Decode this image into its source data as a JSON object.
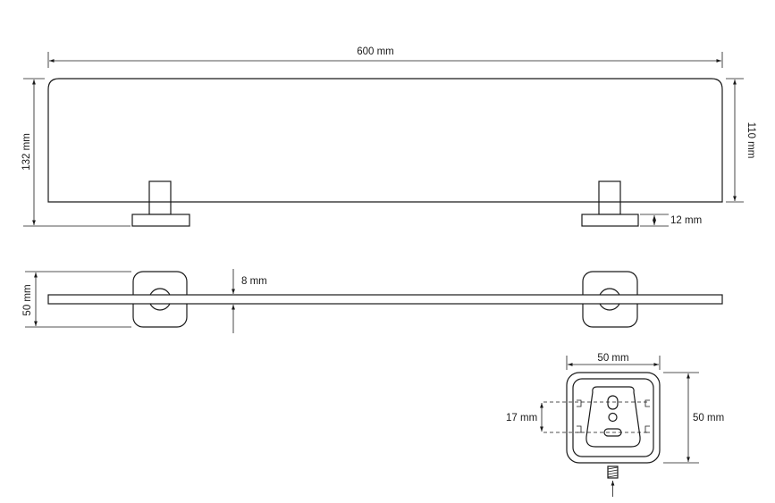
{
  "dimensions": {
    "width_top": "600 mm",
    "height_left": "132 mm",
    "height_right": "110 mm",
    "bracket_base": "12 mm",
    "glass_thickness": "8 mm",
    "depth_left": "50 mm",
    "detail_width": "50 mm",
    "detail_height": "50 mm",
    "hole_spacing": "17 mm"
  }
}
